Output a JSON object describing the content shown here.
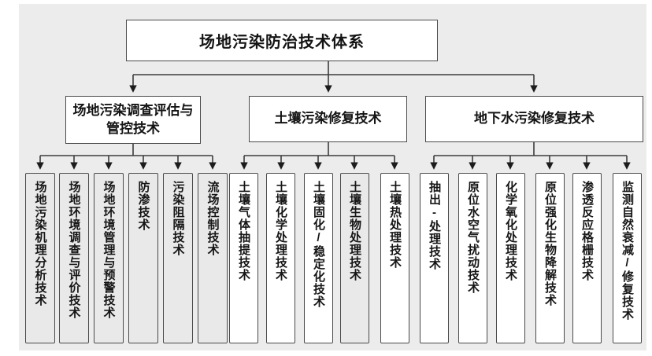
{
  "diagram": {
    "title": "场地污染防治技术体系",
    "groups": [
      {
        "label": "场地污染调查评估与管控技术",
        "children": [
          "场地污染机理分析技术",
          "场地环境调查与评价技术",
          "场地环境管理与预警技术",
          "防渗技术",
          "污染阻隔技术",
          "流场控制技术"
        ]
      },
      {
        "label": "土壤污染修复技术",
        "children": [
          "土壤气体抽提技术",
          "土壤化学处理技术",
          "土壤固化/稳定化技术",
          "土壤生物处理技术",
          "土壤热处理技术"
        ]
      },
      {
        "label": "地下水污染修复技术",
        "children": [
          "抽出-处理技术",
          "原位水空气扰动技术",
          "化学氧化处理技术",
          "原位强化生物降解技术",
          "渗透反应格栅技术",
          "监测自然衰减/修复技术"
        ]
      }
    ],
    "colors": {
      "panel_bg": "#ececec",
      "box_bg": "#ffffff",
      "leaf_gray_bg": "#e9e9e9",
      "border": "#4a4a4a",
      "line": "#3c3c3c",
      "text": "#141414"
    }
  }
}
